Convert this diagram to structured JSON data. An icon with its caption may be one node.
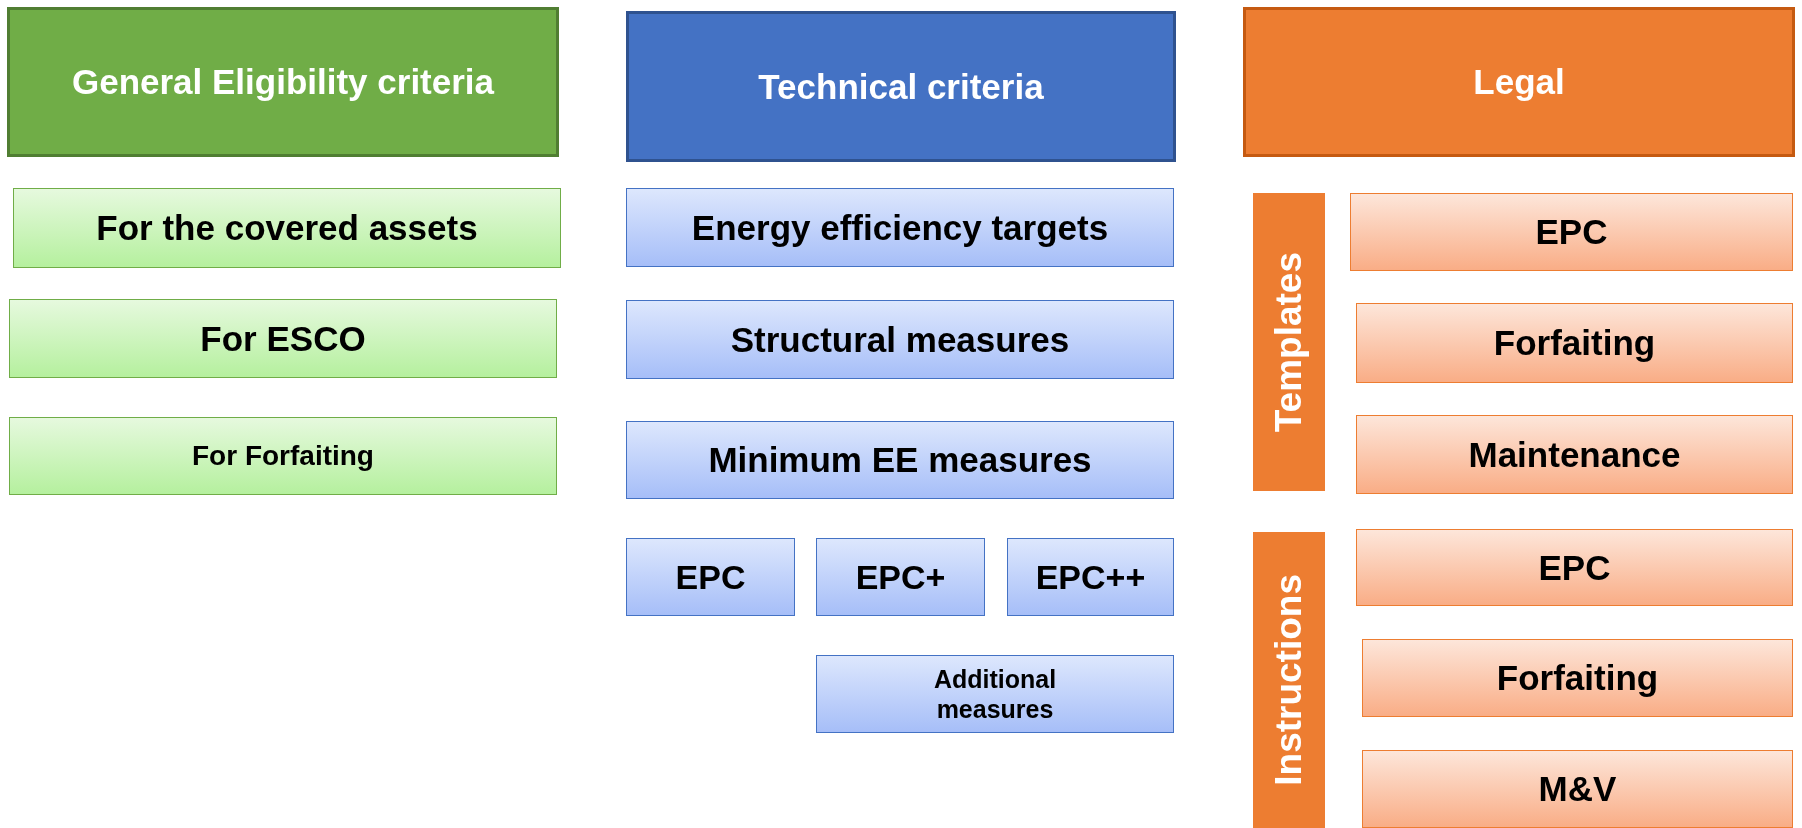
{
  "diagram": {
    "nodes": [
      {
        "text": [
          "General Eligibility criteria"
        ]
      },
      {
        "text": [
          "For the covered assets"
        ]
      },
      {
        "text": [
          "For ESCO"
        ]
      },
      {
        "text": [
          "For Forfaiting"
        ]
      },
      {
        "text": [
          "Technical criteria"
        ]
      },
      {
        "text": [
          "Energy efficiency targets"
        ]
      },
      {
        "text": [
          "Structural measures"
        ]
      },
      {
        "text": [
          "Minimum EE measures"
        ]
      },
      {
        "text": [
          "EPC"
        ]
      },
      {
        "text": [
          "EPC+"
        ]
      },
      {
        "text": [
          "EPC++"
        ]
      },
      {
        "text": [
          "Additional measures"
        ]
      },
      {
        "text": [
          "Legal"
        ]
      },
      {
        "text": [
          "Templates"
        ]
      },
      {
        "text": [
          "EPC"
        ]
      },
      {
        "text": [
          "Forfaiting"
        ]
      },
      {
        "text": [
          "Maintenance"
        ]
      },
      {
        "text": [
          "Instructions"
        ]
      },
      {
        "text": [
          "EPC"
        ]
      },
      {
        "text": [
          "Forfaiting"
        ]
      },
      {
        "text": [
          "M&V"
        ]
      }
    ],
    "edges": []
  }
}
